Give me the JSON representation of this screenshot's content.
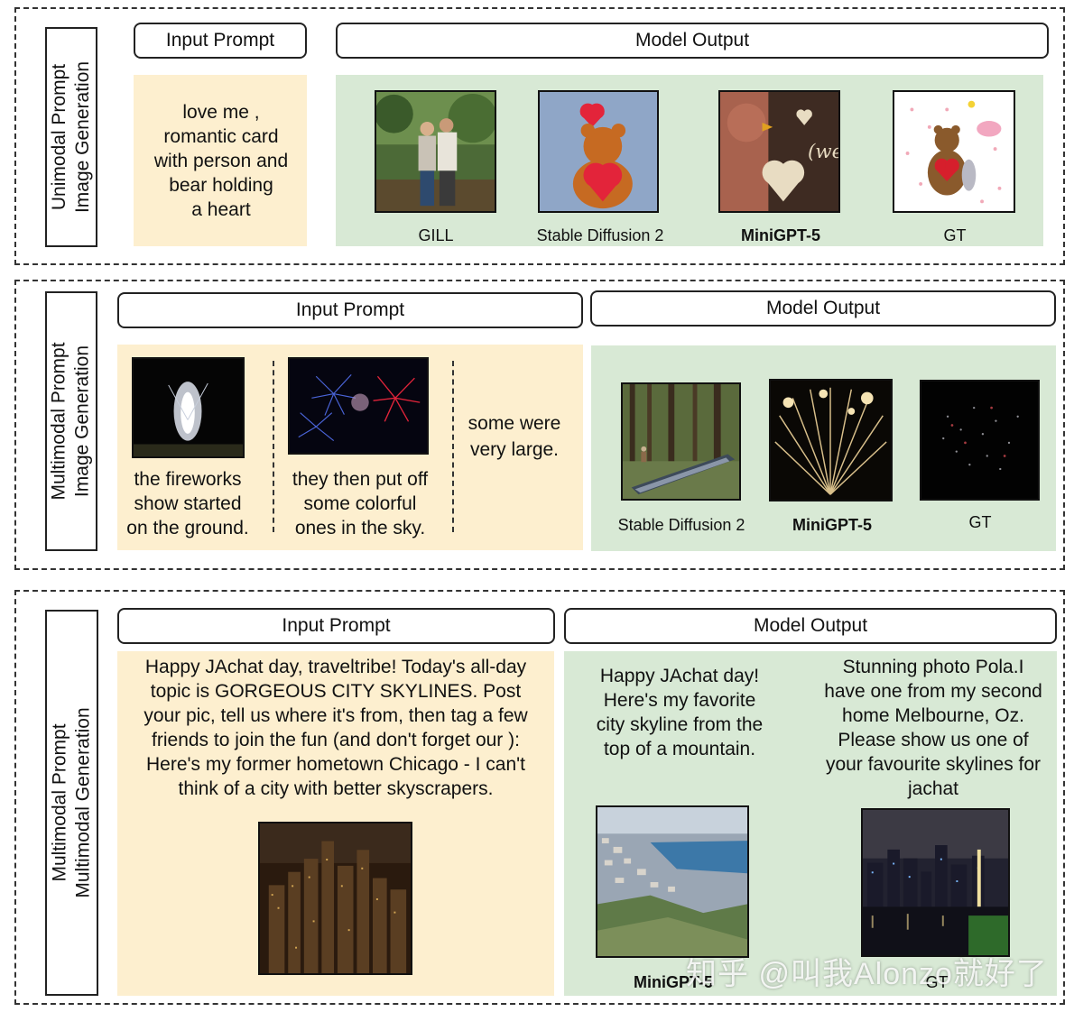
{
  "sections": [
    {
      "label_line1": "Unimodal Prompt",
      "label_line2": "Image Generation",
      "input_header": "Input Prompt",
      "output_header": "Model Output",
      "prompt_text": [
        "love me ,",
        "romantic card",
        "with person and",
        "bear holding",
        "a heart"
      ],
      "outputs": [
        "GILL",
        "Stable Diffusion 2",
        "MiniGPT-5",
        "GT"
      ]
    },
    {
      "label_line1": "Multimodal Prompt",
      "label_line2": "Image Generation",
      "input_header": "Input Prompt",
      "output_header": "Model Output",
      "prompt_captions": [
        [
          "the fireworks",
          "show started",
          "on the ground."
        ],
        [
          "they then put off",
          "some colorful",
          "ones in the sky."
        ],
        [
          "some were",
          "very large."
        ]
      ],
      "outputs": [
        "Stable Diffusion 2",
        "MiniGPT-5",
        "GT"
      ]
    },
    {
      "label_line1": "Multimodal Prompt",
      "label_line2": "Multimodal Generation",
      "input_header": "Input Prompt",
      "output_header": "Model Output",
      "prompt_text": [
        "Happy JAchat day, traveltribe! Today's all-day",
        "topic is GORGEOUS CITY SKYLINES. Post",
        "your pic, tell us where it's from, then tag a few",
        "friends to join the fun (and don't forget our ):",
        "Here's my former hometown Chicago - I can't",
        "think of a city with better skyscrapers."
      ],
      "minigpt_text": [
        "Happy JAchat day!",
        "Here's my favorite",
        "city skyline from the",
        "top of a mountain."
      ],
      "gt_text": [
        "Stunning photo Pola.I",
        "have one from my second",
        "home Melbourne, Oz.",
        "Please show us one of",
        "your favourite skylines for",
        "jachat"
      ],
      "outputs": [
        "MiniGPT-5",
        "GT"
      ]
    }
  ],
  "watermark": "知乎 @叫我Alonzo就好了",
  "colors": {
    "prompt_bg": "#fdefcf",
    "output_bg": "#d8e9d5"
  }
}
